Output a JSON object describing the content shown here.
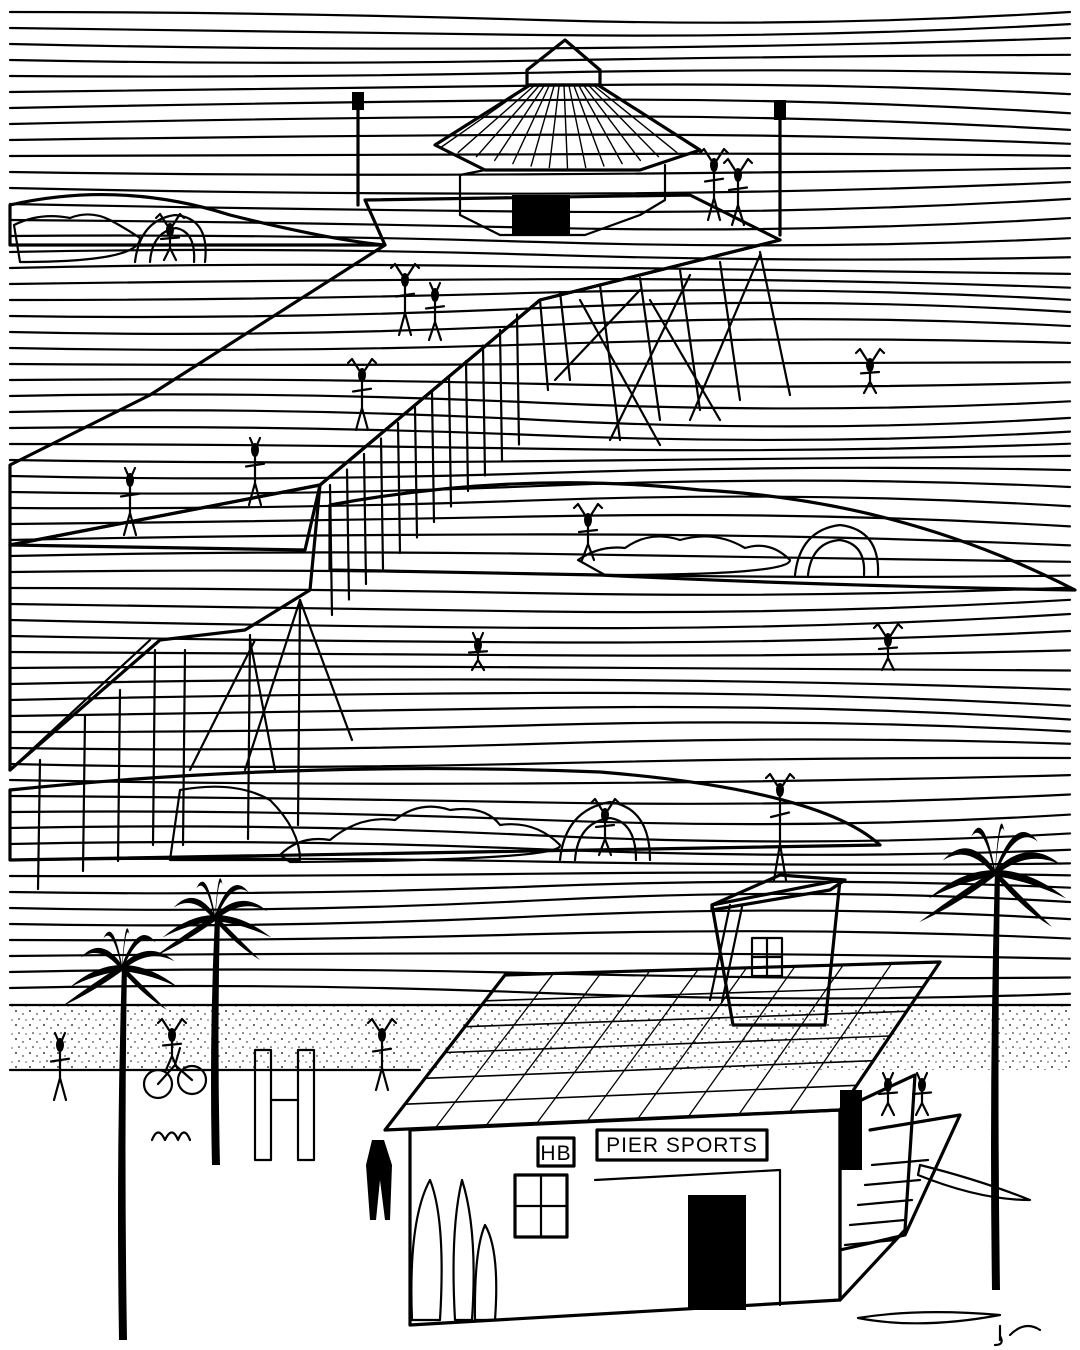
{
  "shop": {
    "sign_left": "HB",
    "sign_main": "PIER SPORTS"
  },
  "artist": {
    "signature": "JC"
  },
  "colors": {
    "ink": "#000000",
    "paper": "#ffffff"
  }
}
